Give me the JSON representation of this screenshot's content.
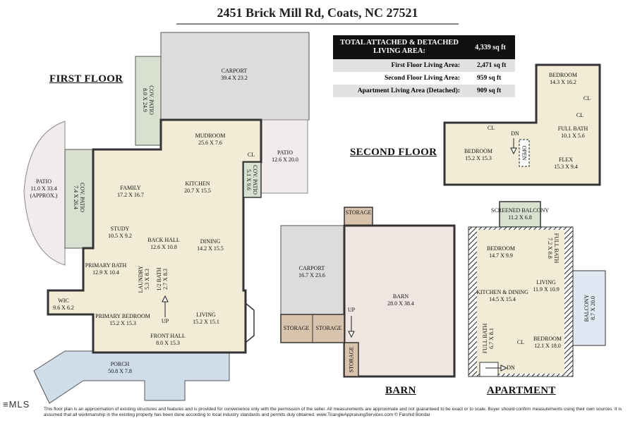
{
  "title": "2451 Brick Mill Rd, Coats, NC 27521",
  "sections": {
    "first_floor": "FIRST FLOOR",
    "second_floor": "SECOND FLOOR",
    "barn": "BARN",
    "apartment": "APARTMENT"
  },
  "summary": {
    "total_label": "TOTAL ATTACHED & DETACHED LIVING AREA:",
    "total_value": "4,339 sq ft",
    "rows": [
      {
        "label": "First Floor Living Area:",
        "value": "2,471 sq ft"
      },
      {
        "label": "Second Floor Living Area:",
        "value": "959 sq ft"
      },
      {
        "label": "Apartment Living Area (Detached):",
        "value": "909 sq ft"
      }
    ]
  },
  "first_floor_rooms": {
    "carport": {
      "name": "CARPORT",
      "dims": "39.4 X 23.2"
    },
    "cov_patio_top": {
      "name": "COV. PATIO",
      "dims": "8.0 X 24.9"
    },
    "mudroom": {
      "name": "MUDROOM",
      "dims": "25.6 X 7.6"
    },
    "patio_right": {
      "name": "PATIO",
      "dims": "12.6 X 20.0"
    },
    "cl": "CL",
    "cov_patio_small": {
      "name": "COV. PATIO",
      "dims": "5.1 X 9.6"
    },
    "patio_left": {
      "name": "PATIO",
      "dims": "11.0 X 33.4",
      "note": "(APPROX.)"
    },
    "cov_patio_left": {
      "name": "COV. PATIO",
      "dims": "7.4 X 26.4"
    },
    "family": {
      "name": "FAMILY",
      "dims": "17.2 X 16.7"
    },
    "kitchen": {
      "name": "KITCHEN",
      "dims": "20.7 X 15.5"
    },
    "study": {
      "name": "STUDY",
      "dims": "10.5 X 9.2"
    },
    "back_hall": {
      "name": "BACK HALL",
      "dims": "12.6 X 10.8"
    },
    "dining": {
      "name": "DINING",
      "dims": "14.2 X 15.5"
    },
    "primary_bath": {
      "name": "PRIMARY BATH",
      "dims": "12.9 X 10.4"
    },
    "laundry": {
      "name": "LAUNDRY",
      "dims": "5.3 X 8.3"
    },
    "half_bath": {
      "name": "1/2 BATH",
      "dims": "2.7 X 8.3"
    },
    "wic": {
      "name": "WIC",
      "dims": "9.6 X 6.2"
    },
    "primary_bedroom": {
      "name": "PRIMARY BEDROOM",
      "dims": "15.2 X 15.3"
    },
    "up": "UP",
    "living": {
      "name": "LIVING",
      "dims": "15.2 X 15.1"
    },
    "front_hall": {
      "name": "FRONT HALL",
      "dims": "8.0 X 15.3"
    },
    "porch": {
      "name": "PORCH",
      "dims": "50.8 X 7.8"
    }
  },
  "second_floor_rooms": {
    "bedroom_top": {
      "name": "BEDROOM",
      "dims": "14.3 X 16.2"
    },
    "cl1": "CL",
    "cl2": "CL",
    "cl3": "CL",
    "dn": "DN",
    "open": "OPEN",
    "full_bath": {
      "name": "FULL BATH",
      "dims": "10.1 X 5.6"
    },
    "bedroom_left": {
      "name": "BEDROOM",
      "dims": "15.2 X 15.3"
    },
    "flex": {
      "name": "FLEX",
      "dims": "15.3 X 9.4"
    }
  },
  "barn_rooms": {
    "storage_top": "STORAGE",
    "carport": {
      "name": "CARPORT",
      "dims": "16.7 X 23.6"
    },
    "barn": {
      "name": "BARN",
      "dims": "28.0 X 38.4"
    },
    "up": "UP",
    "storage_a": "STORAGE",
    "storage_b": "STORAGE",
    "storage_v": "STORAGE"
  },
  "apartment_rooms": {
    "screened_balcony": {
      "name": "SCREENED BALCONY",
      "dims": "11.2 X 6.8"
    },
    "bedroom_top": {
      "name": "BEDROOM",
      "dims": "14.7 X 9.9"
    },
    "full_bath_top": {
      "name": "FULL BATH",
      "dims": "7.2 X 8.8"
    },
    "kitchen_dining": {
      "name": "KITCHEN & DINING",
      "dims": "14.5 X 15.4"
    },
    "living": {
      "name": "LIVING",
      "dims": "11.9 X 10.9"
    },
    "balcony": {
      "name": "BALCONY",
      "dims": "8.7 X 20.0"
    },
    "full_bath_bottom": {
      "name": "FULL BATH",
      "dims": "6.7 X 8.1"
    },
    "cl": "CL",
    "bedroom_bottom": {
      "name": "BEDROOM",
      "dims": "12.1 X 18.0"
    },
    "dn": "DN"
  },
  "colors": {
    "interior": "#f2ecd6",
    "carport": "#dcdcdc",
    "patio": "#f2ebeb",
    "cov_patio": "#d8e0cf",
    "porch": "#cfdcea",
    "balcony": "#dfe8f3",
    "storage": "#d8c3ac",
    "barn": "#f0e6e1",
    "wall": "#333333"
  },
  "mls": "≡MLS",
  "footer": "This floor plan is an approximation of existing structures and features and is provided for convenience only with the permission of the seller.  All measurements are approximate and not guaranteed to be exact or to scale.  Buyer should confirm measurements using their own sources.  It is assumed that all workmanship in the existing property has been done according to local industry standards and permits duly obtained.          www.TriangleAppraisingServices.com    © Farshid Bondar"
}
